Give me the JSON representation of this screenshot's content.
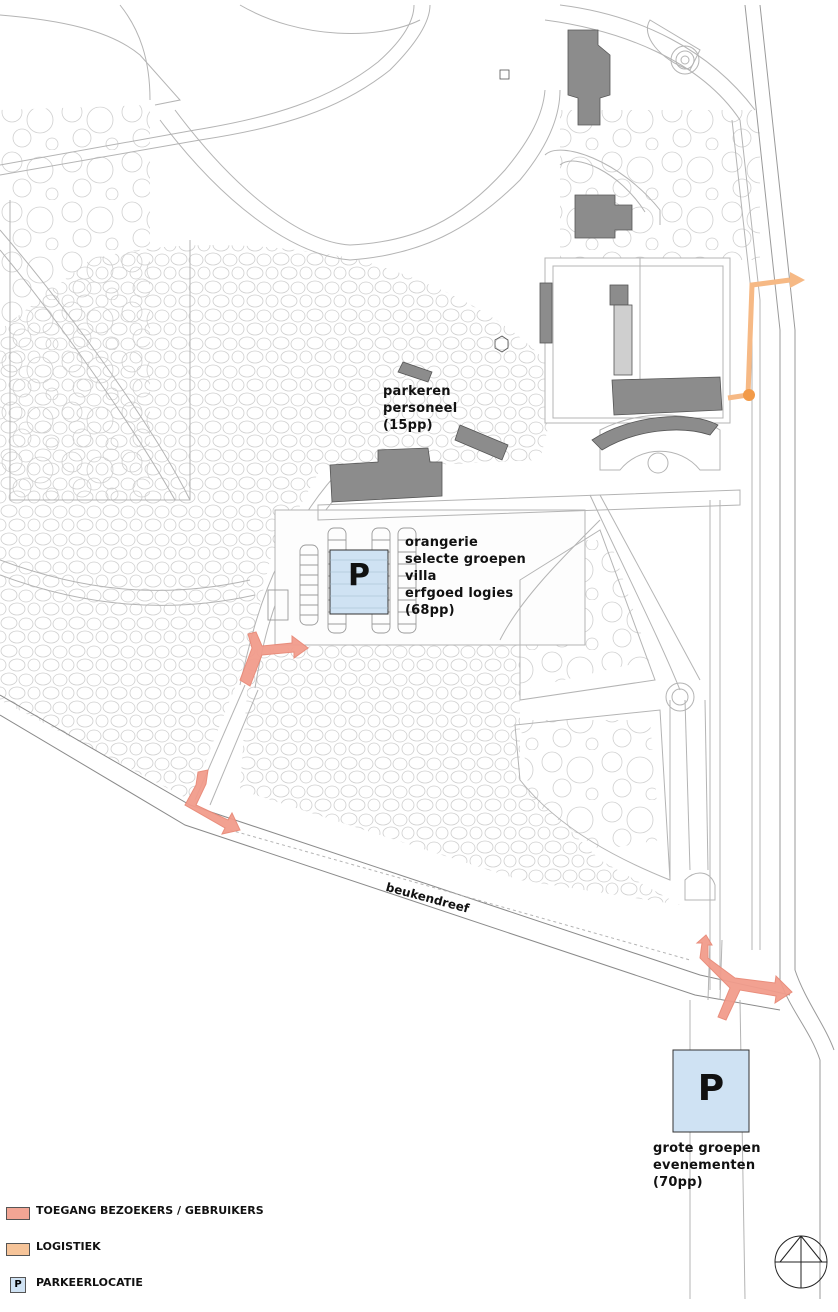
{
  "labels": {
    "staff_parking": [
      "parkeren",
      "personeel",
      "(15pp)"
    ],
    "orangery_parking": [
      "orangerie",
      "selecte groepen",
      "villa",
      "erfgoed logies",
      "(68pp)"
    ],
    "large_groups_parking": [
      "grote groepen",
      "evenementen",
      "(70pp)"
    ],
    "road": "beukendreef",
    "parking_symbol": "P"
  },
  "legend": [
    {
      "label": "TOEGANG BEZOEKERS / GEBRUIKERS",
      "color": "#f2a594"
    },
    {
      "label": "LOGISTIEK",
      "color": "#f6c499"
    },
    {
      "label": "PARKEERLOCATIE",
      "color": "#cfe2f3",
      "symbol": "P"
    }
  ],
  "colors": {
    "visitor_access": "#f09080",
    "logistics": "#f5b27a",
    "logistics_dot": "#f29a48",
    "parking_fill": "#cfe2f3",
    "building": "#8a8a8a",
    "linework": "#b8b8b8"
  }
}
